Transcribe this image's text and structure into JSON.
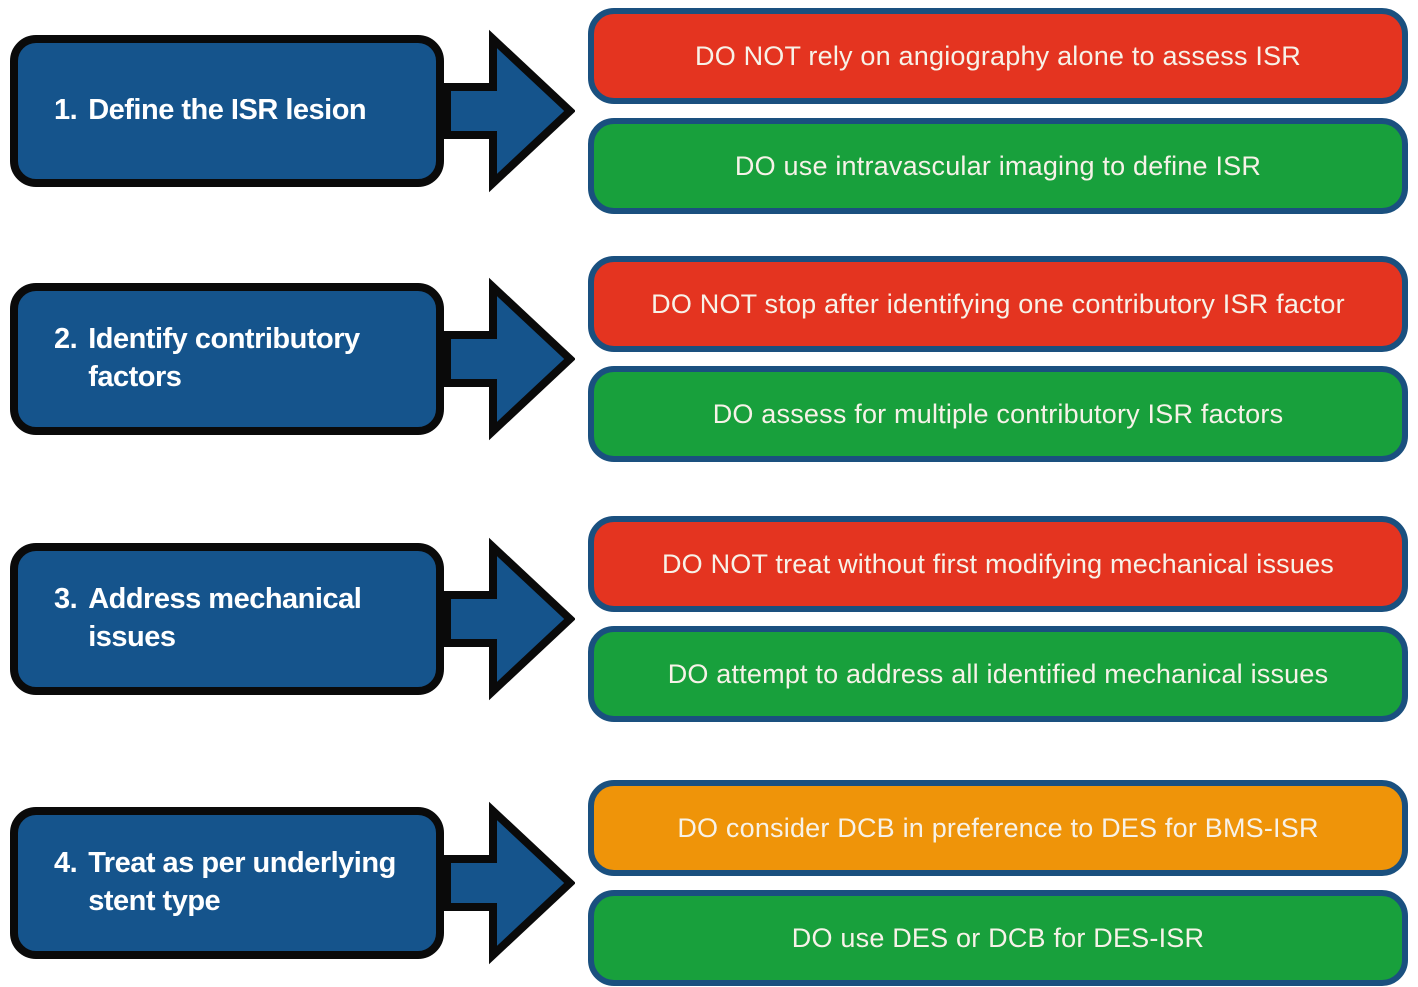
{
  "colors": {
    "blue": "#15548C",
    "navy_border": "#1A507F",
    "red": "#E43420",
    "green": "#18A03C",
    "orange": "#EF9409",
    "outline": "#0A0A0A",
    "text": "#F7F2E8"
  },
  "steps": [
    {
      "number": "1.",
      "label": "Define the ISR lesion",
      "top_box": {
        "text": "DO NOT rely on angiography alone to assess ISR",
        "color": "#E43420"
      },
      "bottom_box": {
        "text": "DO use intravascular imaging to define ISR",
        "color": "#18A03C"
      }
    },
    {
      "number": "2.",
      "label": "Identify contributory factors",
      "top_box": {
        "text": "DO NOT stop after identifying one contributory ISR factor",
        "color": "#E43420"
      },
      "bottom_box": {
        "text": "DO assess for multiple contributory ISR factors",
        "color": "#18A03C"
      }
    },
    {
      "number": "3.",
      "label": "Address mechanical issues",
      "top_box": {
        "text": "DO NOT treat without first modifying mechanical issues",
        "color": "#E43420"
      },
      "bottom_box": {
        "text": "DO attempt to address all identified mechanical issues",
        "color": "#18A03C"
      }
    },
    {
      "number": "4.",
      "label": "Treat as per underlying stent type",
      "top_box": {
        "text": "DO consider DCB in preference to DES for BMS-ISR",
        "color": "#EF9409"
      },
      "bottom_box": {
        "text": "DO use DES or DCB for DES-ISR",
        "color": "#18A03C"
      }
    }
  ]
}
